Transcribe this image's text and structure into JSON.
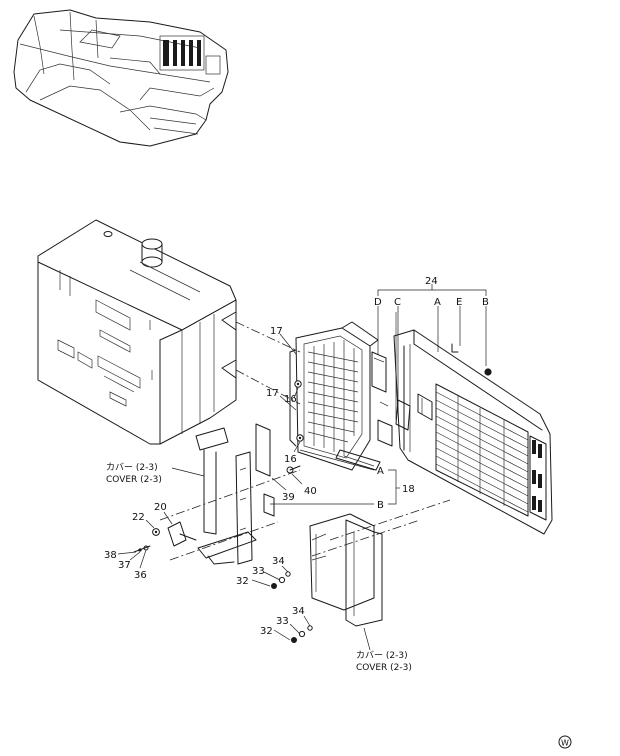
{
  "callouts": {
    "p17a": "17",
    "p17b": "17",
    "p16a": "16",
    "p16b": "16",
    "p18": "18",
    "p20": "20",
    "p22": "22",
    "p24": "24",
    "p32a": "32",
    "p32b": "32",
    "p33a": "33",
    "p33b": "33",
    "p34a": "34",
    "p34b": "34",
    "p36": "36",
    "p37": "37",
    "p38": "38",
    "p39": "39",
    "p40": "40"
  },
  "letters": {
    "top": [
      "D",
      "C",
      "A",
      "E",
      "B"
    ],
    "side_a": "A",
    "side_b": "B"
  },
  "cover_left": {
    "jp": "カバー (2-3)",
    "en": "COVER (2-3)"
  },
  "cover_bottom": {
    "jp": "カバー (2-3)",
    "en": "COVER (2-3)"
  },
  "corner_mark": "W"
}
